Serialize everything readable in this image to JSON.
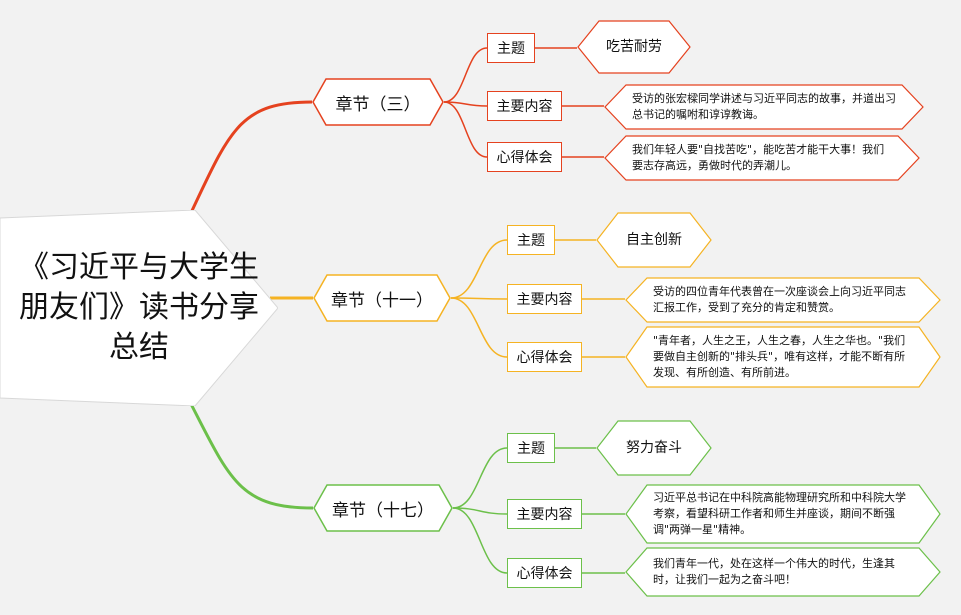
{
  "root": {
    "title": "《习近平与大学生朋友们》读书分享总结"
  },
  "colors": {
    "red": "#e5421f",
    "orange": "#f5b323",
    "green": "#6cc04a"
  },
  "branches": [
    {
      "chapter": "章节（三）",
      "topic_label": "主题",
      "topic": "吃苦耐劳",
      "content_label": "主要内容",
      "content": "受访的张宏樑同学讲述与习近平同志的故事，并道出习总书记的嘱咐和谆谆教诲。",
      "insight_label": "心得体会",
      "insight": "我们年轻人要\"自找苦吃\"，能吃苦才能干大事！我们要志存高远，勇做时代的弄潮儿。"
    },
    {
      "chapter": "章节（十一）",
      "topic_label": "主题",
      "topic": "自主创新",
      "content_label": "主要内容",
      "content": "受访的四位青年代表曾在一次座谈会上向习近平同志汇报工作，受到了充分的肯定和赞赏。",
      "insight_label": "心得体会",
      "insight": "\"青年者，人生之王，人生之春，人生之华也。\"我们要做自主创新的\"排头兵\"，唯有这样，才能不断有所发现、有所创造、有所前进。"
    },
    {
      "chapter": "章节（十七）",
      "topic_label": "主题",
      "topic": "努力奋斗",
      "content_label": "主要内容",
      "content": "习近平总书记在中科院高能物理研究所和中科院大学考察，看望科研工作者和师生并座谈，期间不断强调\"两弹一星\"精神。",
      "insight_label": "心得体会",
      "insight": "我们青年一代，处在这样一个伟大的时代，生逢其时，让我们一起为之奋斗吧！"
    }
  ]
}
